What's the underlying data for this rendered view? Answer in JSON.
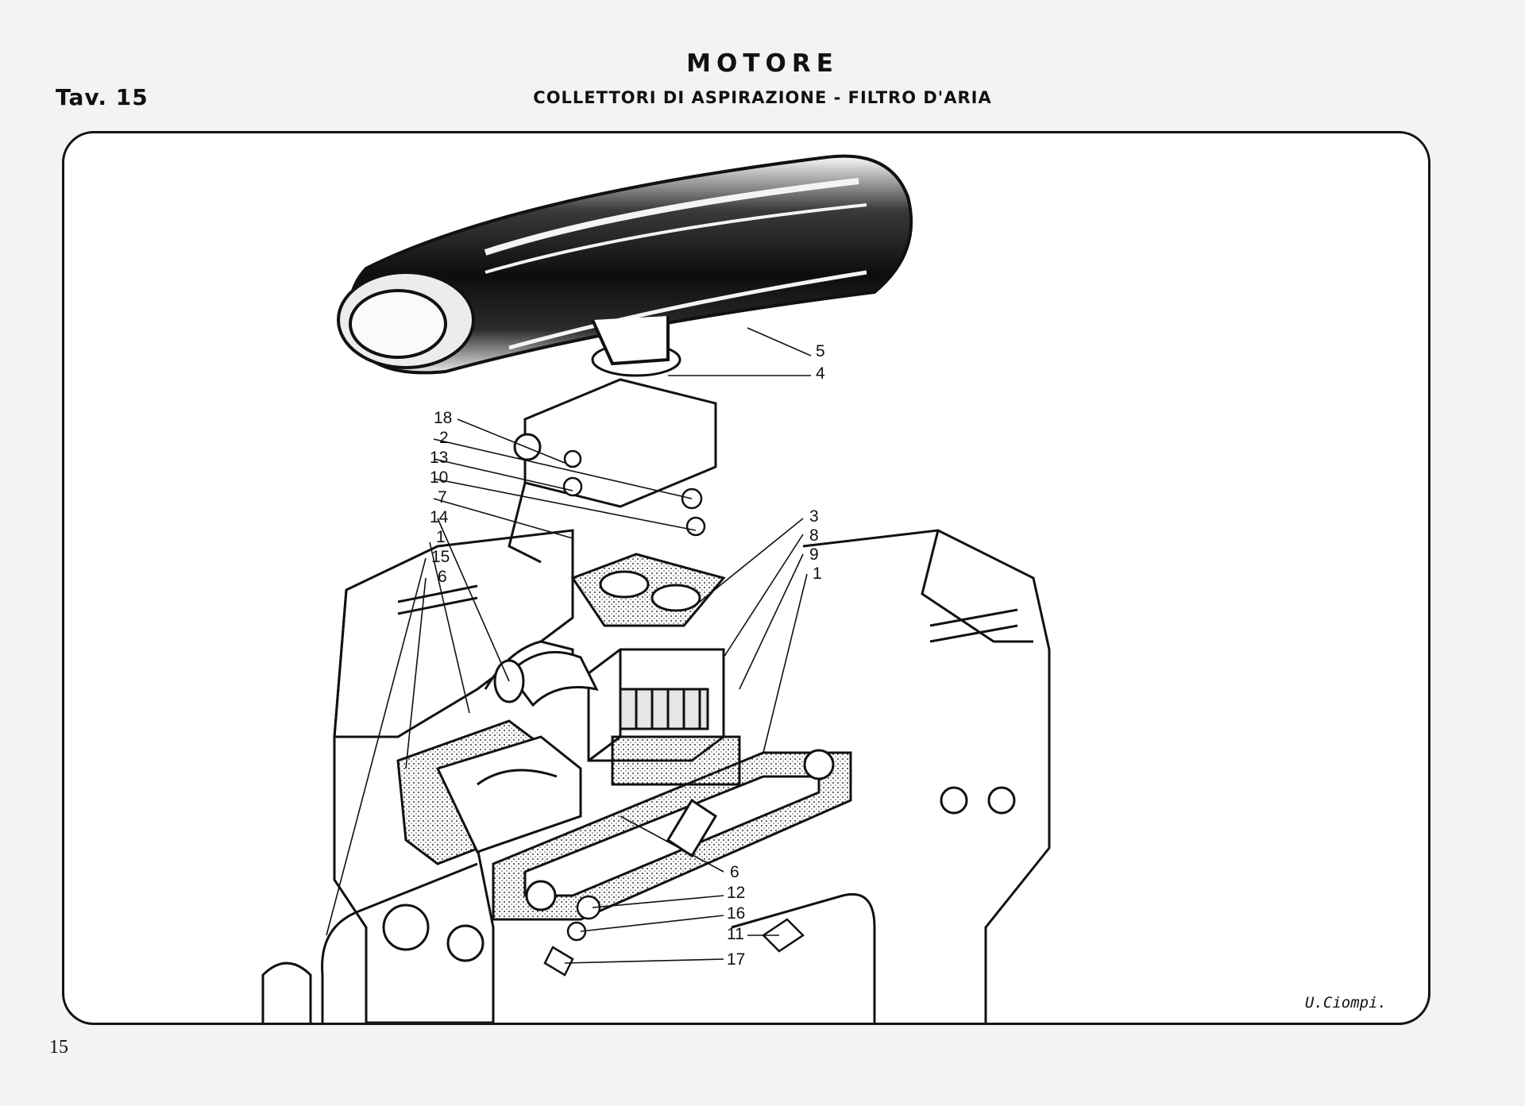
{
  "header": {
    "title": "MOTORE",
    "subtitle": "COLLETTORI DI ASPIRAZIONE - FILTRO D'ARIA",
    "plate": "Tav. 15"
  },
  "footer": {
    "page_number": "15",
    "signature": "U.Ciompi."
  },
  "callouts": [
    {
      "id": "c-5",
      "label": "5"
    },
    {
      "id": "c-4",
      "label": "4"
    },
    {
      "id": "c-18",
      "label": "18"
    },
    {
      "id": "c-2",
      "label": "2"
    },
    {
      "id": "c-13",
      "label": "13"
    },
    {
      "id": "c-10",
      "label": "10"
    },
    {
      "id": "c-7",
      "label": "7"
    },
    {
      "id": "c-14",
      "label": "14"
    },
    {
      "id": "c-1a",
      "label": "1"
    },
    {
      "id": "c-15",
      "label": "15"
    },
    {
      "id": "c-6a",
      "label": "6"
    },
    {
      "id": "c-3",
      "label": "3"
    },
    {
      "id": "c-8",
      "label": "8"
    },
    {
      "id": "c-9",
      "label": "9"
    },
    {
      "id": "c-1b",
      "label": "1"
    },
    {
      "id": "c-6b",
      "label": "6"
    },
    {
      "id": "c-12",
      "label": "12"
    },
    {
      "id": "c-16",
      "label": "16"
    },
    {
      "id": "c-11",
      "label": "11"
    },
    {
      "id": "c-17",
      "label": "17"
    }
  ]
}
